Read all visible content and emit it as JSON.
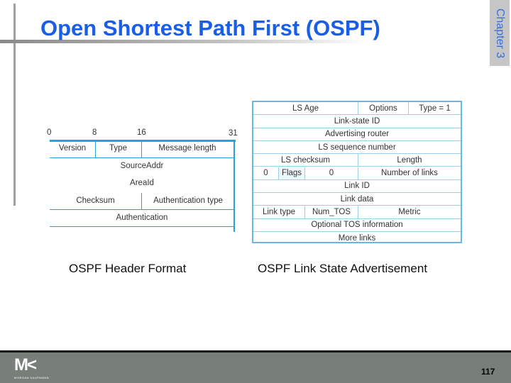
{
  "slide": {
    "title": "Open Shortest Path First (OSPF)",
    "chapter": "Chapter 3",
    "page_number": "117",
    "logo": "MK",
    "logo_sub": "MORGAN KAUFMANN"
  },
  "header_format": {
    "caption": "OSPF Header Format",
    "bit_labels": [
      "0",
      "8",
      "16",
      "31"
    ],
    "fields": {
      "version": "Version",
      "type": "Type",
      "message_length": "Message length",
      "source_addr": "SourceAddr",
      "area_id": "AreaId",
      "checksum": "Checksum",
      "auth_type": "Authentication type",
      "authentication": "Authentication"
    }
  },
  "lsa": {
    "caption": "OSPF Link State Advertisement",
    "rows": [
      [
        "LS Age",
        "Options",
        "Type = 1"
      ],
      [
        "Link-state ID"
      ],
      [
        "Advertising router"
      ],
      [
        "LS sequence number"
      ],
      [
        "LS checksum",
        "Length"
      ],
      [
        "0",
        "Flags",
        "0",
        "Number of links"
      ],
      [
        "Link ID"
      ],
      [
        "Link data"
      ],
      [
        "Link type",
        "Num_TOS",
        "Metric"
      ],
      [
        "Optional TOS information"
      ],
      [
        "More links"
      ]
    ]
  },
  "colors": {
    "title": "#1a5ee8",
    "diagram_lines": "#2aa0d8",
    "footer": "#787f7a"
  }
}
